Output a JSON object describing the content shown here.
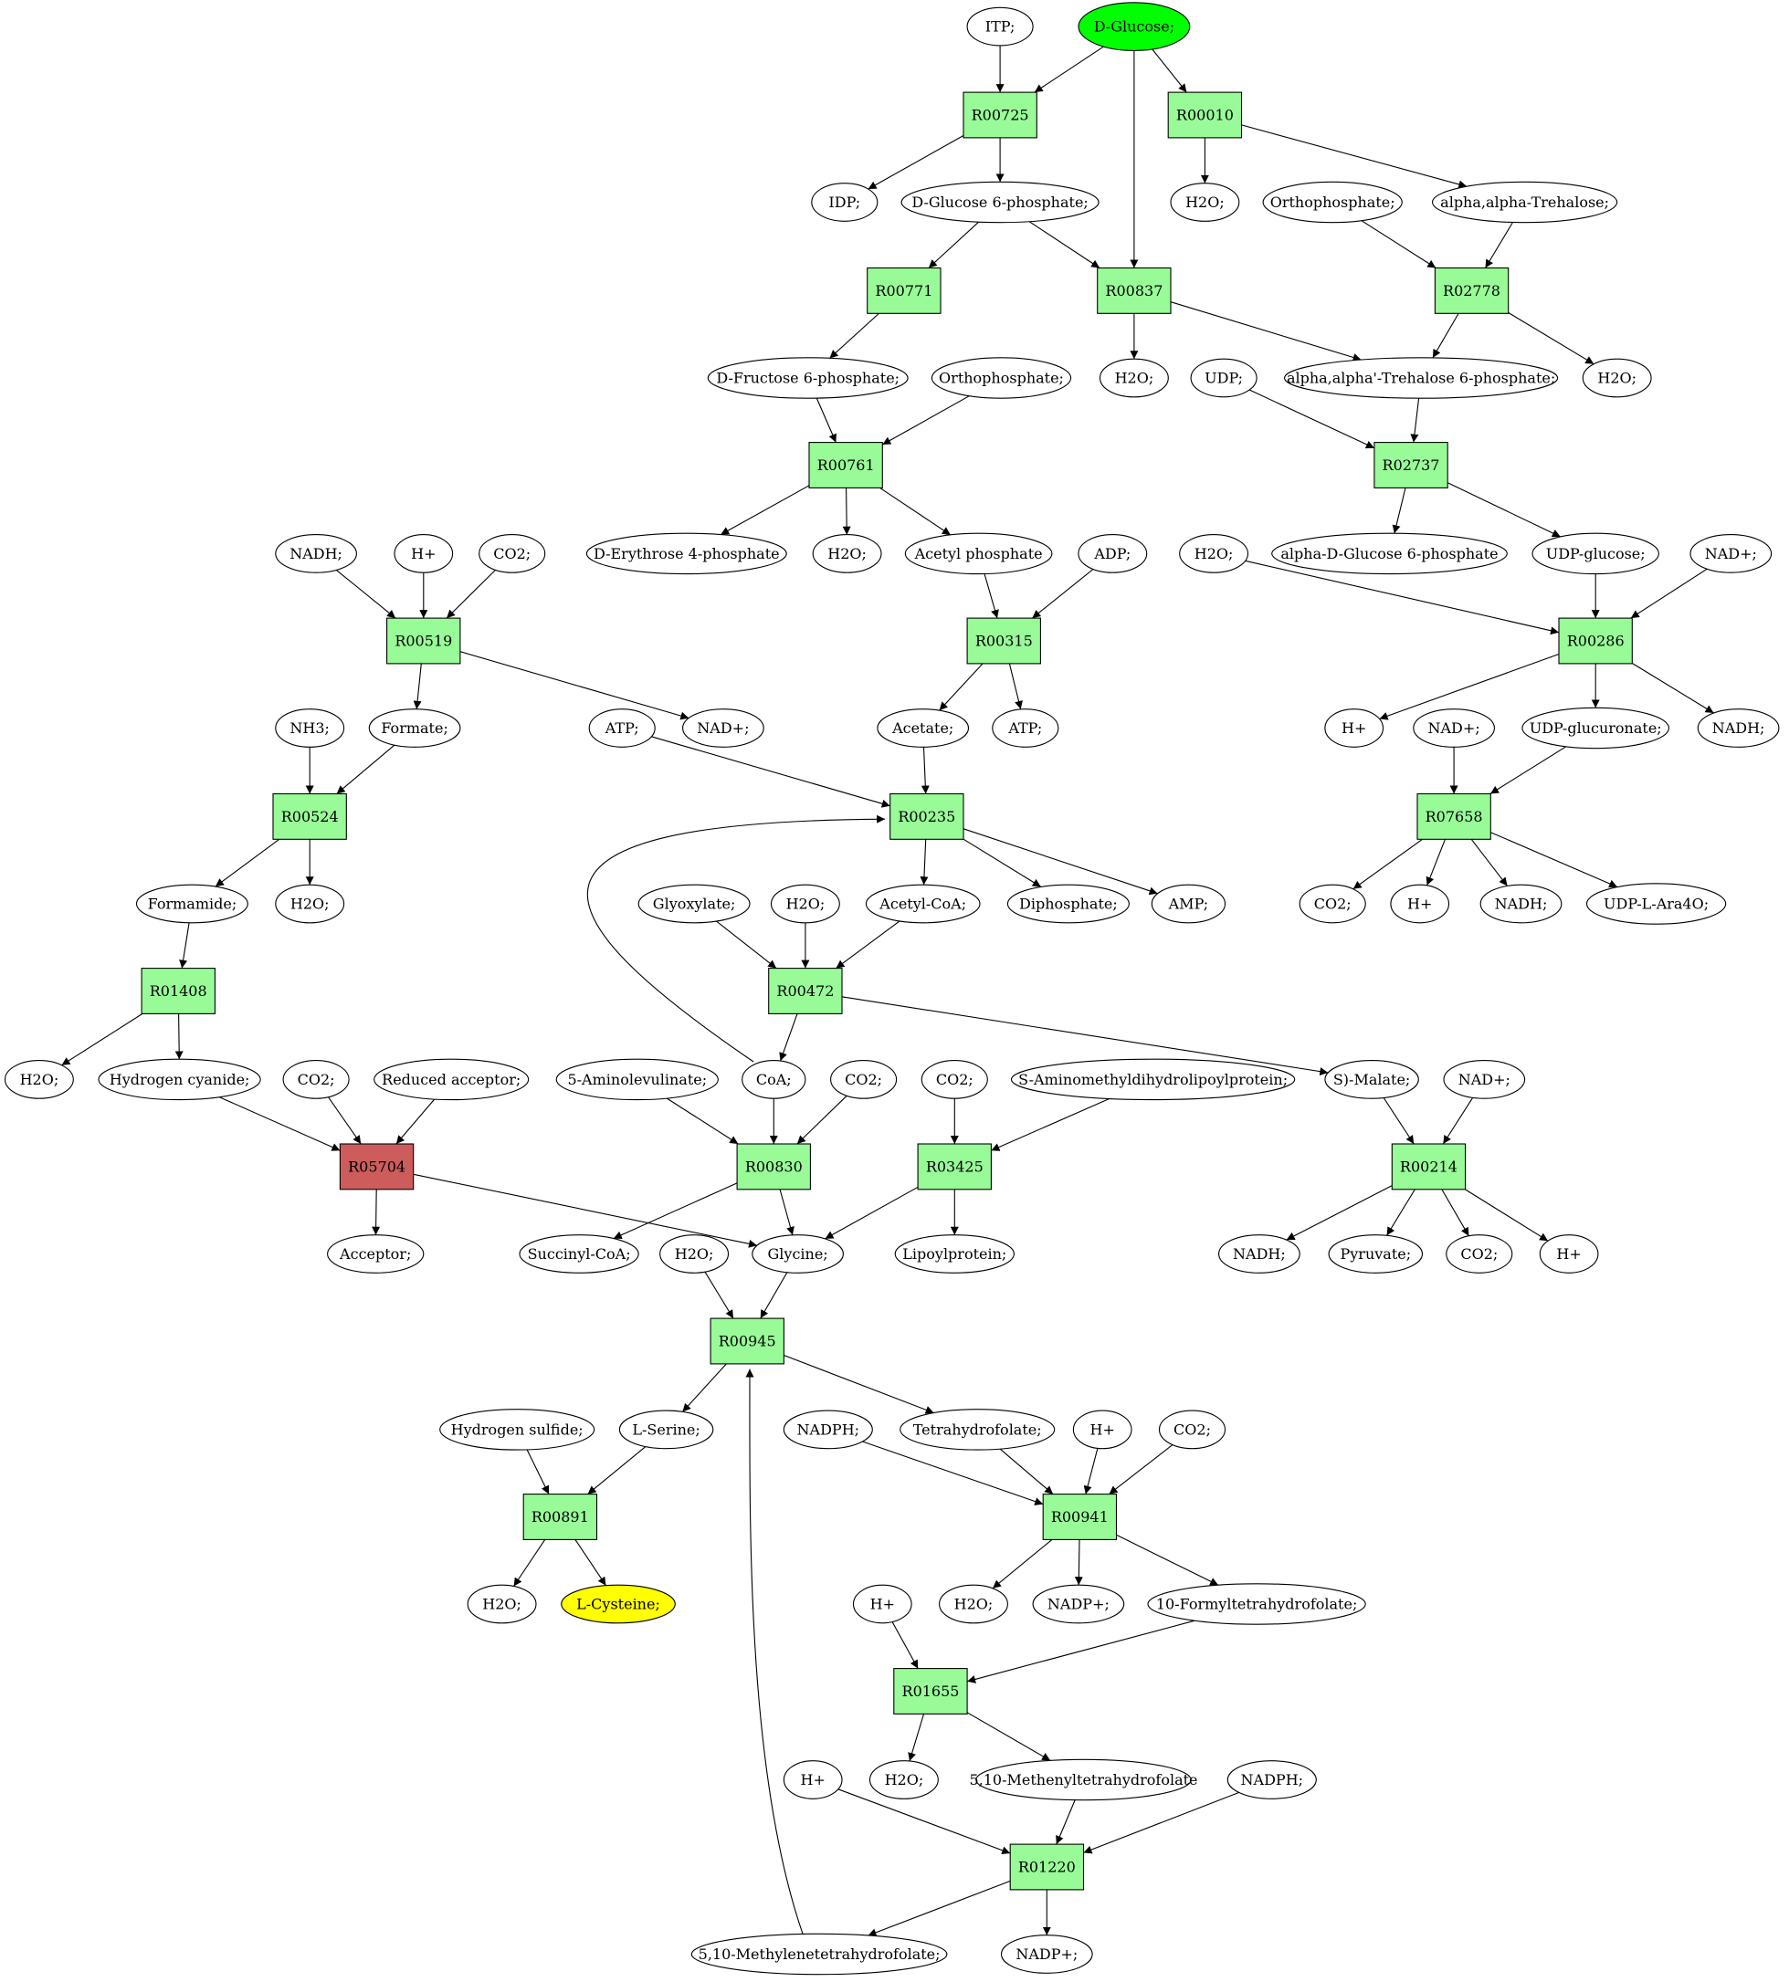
{
  "colors": {
    "reaction": "#98fb98",
    "reaction_highlight": "#cd5c5c",
    "source_compound": "#00ff00",
    "target_compound": "#ffff00",
    "compound": "#ffffff",
    "stroke": "#000000"
  },
  "nodes": [
    {
      "id": "c_itp",
      "label": "ITP;",
      "kind": "compound"
    },
    {
      "id": "c_dglucose",
      "label": "D-Glucose;",
      "kind": "compound",
      "status": "source"
    },
    {
      "id": "r_R00725",
      "label": "R00725",
      "kind": "reaction"
    },
    {
      "id": "r_R00010",
      "label": "R00010",
      "kind": "reaction"
    },
    {
      "id": "c_idp",
      "label": "IDP;",
      "kind": "compound"
    },
    {
      "id": "c_g6p",
      "label": "D-Glucose 6-phosphate;",
      "kind": "compound"
    },
    {
      "id": "c_h2o_1",
      "label": "H2O;",
      "kind": "compound"
    },
    {
      "id": "c_orthophosphate_1",
      "label": "Orthophosphate;",
      "kind": "compound"
    },
    {
      "id": "c_trehalose",
      "label": "alpha,alpha-Trehalose;",
      "kind": "compound"
    },
    {
      "id": "r_R00771",
      "label": "R00771",
      "kind": "reaction"
    },
    {
      "id": "r_R00837",
      "label": "R00837",
      "kind": "reaction"
    },
    {
      "id": "r_R02778",
      "label": "R02778",
      "kind": "reaction"
    },
    {
      "id": "c_f6p",
      "label": "D-Fructose 6-phosphate;",
      "kind": "compound"
    },
    {
      "id": "c_orthophosphate_2",
      "label": "Orthophosphate;",
      "kind": "compound"
    },
    {
      "id": "c_h2o_2",
      "label": "H2O;",
      "kind": "compound"
    },
    {
      "id": "c_udp",
      "label": "UDP;",
      "kind": "compound"
    },
    {
      "id": "c_t6p",
      "label": "alpha,alpha'-Trehalose 6-phosphate;",
      "kind": "compound"
    },
    {
      "id": "c_h2o_3",
      "label": "H2O;",
      "kind": "compound"
    },
    {
      "id": "r_R00761",
      "label": "R00761",
      "kind": "reaction"
    },
    {
      "id": "r_R02737",
      "label": "R02737",
      "kind": "reaction"
    },
    {
      "id": "c_e4p",
      "label": "D-Erythrose 4-phosphate",
      "kind": "compound"
    },
    {
      "id": "c_h2o_4",
      "label": "H2O;",
      "kind": "compound"
    },
    {
      "id": "c_acetylp",
      "label": "Acetyl phosphate",
      "kind": "compound"
    },
    {
      "id": "c_adp",
      "label": "ADP;",
      "kind": "compound"
    },
    {
      "id": "c_h2o_5",
      "label": "H2O;",
      "kind": "compound"
    },
    {
      "id": "c_adg6p",
      "label": "alpha-D-Glucose 6-phosphate",
      "kind": "compound"
    },
    {
      "id": "c_udpglc",
      "label": "UDP-glucose;",
      "kind": "compound"
    },
    {
      "id": "c_nadp_1",
      "label": "NAD+;",
      "kind": "compound"
    },
    {
      "id": "c_nadh_1",
      "label": "NADH;",
      "kind": "compound"
    },
    {
      "id": "c_hplus_1",
      "label": "H+",
      "kind": "compound"
    },
    {
      "id": "c_co2_1",
      "label": "CO2;",
      "kind": "compound"
    },
    {
      "id": "r_R00519",
      "label": "R00519",
      "kind": "reaction"
    },
    {
      "id": "r_R00315",
      "label": "R00315",
      "kind": "reaction"
    },
    {
      "id": "r_R00286",
      "label": "R00286",
      "kind": "reaction"
    },
    {
      "id": "c_nh3",
      "label": "NH3;",
      "kind": "compound"
    },
    {
      "id": "c_formate",
      "label": "Formate;",
      "kind": "compound"
    },
    {
      "id": "c_atp_1",
      "label": "ATP;",
      "kind": "compound"
    },
    {
      "id": "c_nadp_2",
      "label": "NAD+;",
      "kind": "compound"
    },
    {
      "id": "c_acetate",
      "label": "Acetate;",
      "kind": "compound"
    },
    {
      "id": "c_atp_2",
      "label": "ATP;",
      "kind": "compound"
    },
    {
      "id": "c_hplus_2",
      "label": "H+",
      "kind": "compound"
    },
    {
      "id": "c_nadp_3",
      "label": "NAD+;",
      "kind": "compound"
    },
    {
      "id": "c_udpglcu",
      "label": "UDP-glucuronate;",
      "kind": "compound"
    },
    {
      "id": "c_nadh_2",
      "label": "NADH;",
      "kind": "compound"
    },
    {
      "id": "r_R00524",
      "label": "R00524",
      "kind": "reaction"
    },
    {
      "id": "r_R00235",
      "label": "R00235",
      "kind": "reaction"
    },
    {
      "id": "r_R07658",
      "label": "R07658",
      "kind": "reaction"
    },
    {
      "id": "c_formamide",
      "label": "Formamide;",
      "kind": "compound"
    },
    {
      "id": "c_h2o_6",
      "label": "H2O;",
      "kind": "compound"
    },
    {
      "id": "c_glyoxylate",
      "label": "Glyoxylate;",
      "kind": "compound"
    },
    {
      "id": "c_h2o_7",
      "label": "H2O;",
      "kind": "compound"
    },
    {
      "id": "c_acetylcoa",
      "label": "Acetyl-CoA;",
      "kind": "compound"
    },
    {
      "id": "c_diphosphate",
      "label": "Diphosphate;",
      "kind": "compound"
    },
    {
      "id": "c_amp",
      "label": "AMP;",
      "kind": "compound"
    },
    {
      "id": "c_co2_2",
      "label": "CO2;",
      "kind": "compound"
    },
    {
      "id": "c_hplus_3",
      "label": "H+",
      "kind": "compound"
    },
    {
      "id": "c_nadh_3",
      "label": "NADH;",
      "kind": "compound"
    },
    {
      "id": "c_udpara",
      "label": "UDP-L-Ara4O;",
      "kind": "compound"
    },
    {
      "id": "r_R01408",
      "label": "R01408",
      "kind": "reaction"
    },
    {
      "id": "r_R00472",
      "label": "R00472",
      "kind": "reaction"
    },
    {
      "id": "c_h2o_8",
      "label": "H2O;",
      "kind": "compound"
    },
    {
      "id": "c_hcn",
      "label": "Hydrogen cyanide;",
      "kind": "compound"
    },
    {
      "id": "c_co2_3",
      "label": "CO2;",
      "kind": "compound"
    },
    {
      "id": "c_redacc",
      "label": "Reduced acceptor;",
      "kind": "compound"
    },
    {
      "id": "c_ala",
      "label": "5-Aminolevulinate;",
      "kind": "compound"
    },
    {
      "id": "c_coa",
      "label": "CoA;",
      "kind": "compound"
    },
    {
      "id": "c_co2_4",
      "label": "CO2;",
      "kind": "compound"
    },
    {
      "id": "c_co2_5",
      "label": "CO2;",
      "kind": "compound"
    },
    {
      "id": "c_samdlp",
      "label": "S-Aminomethyldihydrolipoylprotein;",
      "kind": "compound"
    },
    {
      "id": "c_smalate",
      "label": "S)-Malate;",
      "kind": "compound"
    },
    {
      "id": "c_nadp_4",
      "label": "NAD+;",
      "kind": "compound"
    },
    {
      "id": "r_R05704",
      "label": "R05704",
      "kind": "reaction",
      "status": "highlight"
    },
    {
      "id": "r_R00830",
      "label": "R00830",
      "kind": "reaction"
    },
    {
      "id": "r_R03425",
      "label": "R03425",
      "kind": "reaction"
    },
    {
      "id": "r_R00214",
      "label": "R00214",
      "kind": "reaction"
    },
    {
      "id": "c_acceptor",
      "label": "Acceptor;",
      "kind": "compound"
    },
    {
      "id": "c_succoa",
      "label": "Succinyl-CoA;",
      "kind": "compound"
    },
    {
      "id": "c_h2o_9",
      "label": "H2O;",
      "kind": "compound"
    },
    {
      "id": "c_glycine",
      "label": "Glycine;",
      "kind": "compound"
    },
    {
      "id": "c_lipoyl",
      "label": "Lipoylprotein;",
      "kind": "compound"
    },
    {
      "id": "c_nadh_4",
      "label": "NADH;",
      "kind": "compound"
    },
    {
      "id": "c_pyruvate",
      "label": "Pyruvate;",
      "kind": "compound"
    },
    {
      "id": "c_co2_6",
      "label": "CO2;",
      "kind": "compound"
    },
    {
      "id": "c_hplus_4",
      "label": "H+",
      "kind": "compound"
    },
    {
      "id": "r_R00945",
      "label": "R00945",
      "kind": "reaction"
    },
    {
      "id": "c_h2s",
      "label": "Hydrogen sulfide;",
      "kind": "compound"
    },
    {
      "id": "c_serine",
      "label": "L-Serine;",
      "kind": "compound"
    },
    {
      "id": "c_nadph_1",
      "label": "NADPH;",
      "kind": "compound"
    },
    {
      "id": "c_thf",
      "label": "Tetrahydrofolate;",
      "kind": "compound"
    },
    {
      "id": "c_hplus_5",
      "label": "H+",
      "kind": "compound"
    },
    {
      "id": "c_co2_7",
      "label": "CO2;",
      "kind": "compound"
    },
    {
      "id": "r_R00891",
      "label": "R00891",
      "kind": "reaction"
    },
    {
      "id": "r_R00941",
      "label": "R00941",
      "kind": "reaction"
    },
    {
      "id": "c_h2o_10",
      "label": "H2O;",
      "kind": "compound"
    },
    {
      "id": "c_cys",
      "label": "L-Cysteine;",
      "kind": "compound",
      "status": "target"
    },
    {
      "id": "c_h2o_11",
      "label": "H2O;",
      "kind": "compound"
    },
    {
      "id": "c_nadpplus_1",
      "label": "NADP+;",
      "kind": "compound"
    },
    {
      "id": "c_10fthf",
      "label": "10-Formyltetrahydrofolate;",
      "kind": "compound"
    },
    {
      "id": "c_hplus_6",
      "label": "H+",
      "kind": "compound"
    },
    {
      "id": "r_R01655",
      "label": "R01655",
      "kind": "reaction"
    },
    {
      "id": "c_h2o_12",
      "label": "H2O;",
      "kind": "compound"
    },
    {
      "id": "c_methenylthf",
      "label": "5,10-Methenyltetrahydrofolate",
      "kind": "compound"
    },
    {
      "id": "c_hplus_7",
      "label": "H+",
      "kind": "compound"
    },
    {
      "id": "c_nadph_2",
      "label": "NADPH;",
      "kind": "compound"
    },
    {
      "id": "r_R01220",
      "label": "R01220",
      "kind": "reaction"
    },
    {
      "id": "c_methylenethf",
      "label": "5,10-Methylenetetrahydrofolate;",
      "kind": "compound"
    },
    {
      "id": "c_nadpplus_2",
      "label": "NADP+;",
      "kind": "compound"
    }
  ],
  "edges": [
    [
      "c_itp",
      "r_R00725"
    ],
    [
      "c_dglucose",
      "r_R00725"
    ],
    [
      "c_dglucose",
      "r_R00010"
    ],
    [
      "c_dglucose",
      "r_R00837"
    ],
    [
      "r_R00725",
      "c_idp"
    ],
    [
      "r_R00725",
      "c_g6p"
    ],
    [
      "r_R00010",
      "c_h2o_1"
    ],
    [
      "r_R00010",
      "c_trehalose"
    ],
    [
      "c_g6p",
      "r_R00771"
    ],
    [
      "c_g6p",
      "r_R00837"
    ],
    [
      "c_orthophosphate_1",
      "r_R02778"
    ],
    [
      "c_trehalose",
      "r_R02778"
    ],
    [
      "r_R00771",
      "c_f6p"
    ],
    [
      "r_R00837",
      "c_h2o_2"
    ],
    [
      "r_R00837",
      "c_t6p"
    ],
    [
      "r_R02778",
      "c_t6p"
    ],
    [
      "r_R02778",
      "c_h2o_3"
    ],
    [
      "c_f6p",
      "r_R00761"
    ],
    [
      "c_orthophosphate_2",
      "r_R00761"
    ],
    [
      "c_udp",
      "r_R02737"
    ],
    [
      "c_t6p",
      "r_R02737"
    ],
    [
      "r_R00761",
      "c_e4p"
    ],
    [
      "r_R00761",
      "c_h2o_4"
    ],
    [
      "r_R00761",
      "c_acetylp"
    ],
    [
      "r_R02737",
      "c_adg6p"
    ],
    [
      "r_R02737",
      "c_udpglc"
    ],
    [
      "c_nadh_1",
      "r_R00519"
    ],
    [
      "c_hplus_1",
      "r_R00519"
    ],
    [
      "c_co2_1",
      "r_R00519"
    ],
    [
      "c_acetylp",
      "r_R00315"
    ],
    [
      "c_adp",
      "r_R00315"
    ],
    [
      "c_h2o_5",
      "r_R00286"
    ],
    [
      "c_udpglc",
      "r_R00286"
    ],
    [
      "c_nadp_1",
      "r_R00286"
    ],
    [
      "r_R00519",
      "c_formate"
    ],
    [
      "r_R00519",
      "c_nadp_2"
    ],
    [
      "r_R00315",
      "c_acetate"
    ],
    [
      "r_R00315",
      "c_atp_2"
    ],
    [
      "r_R00286",
      "c_hplus_2"
    ],
    [
      "r_R00286",
      "c_udpglcu"
    ],
    [
      "r_R00286",
      "c_nadh_2"
    ],
    [
      "c_nh3",
      "r_R00524"
    ],
    [
      "c_formate",
      "r_R00524"
    ],
    [
      "c_atp_1",
      "r_R00235"
    ],
    [
      "c_acetate",
      "r_R00235"
    ],
    [
      "c_nadp_3",
      "r_R07658"
    ],
    [
      "c_udpglcu",
      "r_R07658"
    ],
    [
      "r_R00524",
      "c_formamide"
    ],
    [
      "r_R00524",
      "c_h2o_6"
    ],
    [
      "r_R00235",
      "c_acetylcoa"
    ],
    [
      "r_R00235",
      "c_diphosphate"
    ],
    [
      "r_R00235",
      "c_amp"
    ],
    [
      "r_R07658",
      "c_co2_2"
    ],
    [
      "r_R07658",
      "c_hplus_3"
    ],
    [
      "r_R07658",
      "c_nadh_3"
    ],
    [
      "r_R07658",
      "c_udpara"
    ],
    [
      "c_formamide",
      "r_R01408"
    ],
    [
      "c_glyoxylate",
      "r_R00472"
    ],
    [
      "c_h2o_7",
      "r_R00472"
    ],
    [
      "c_acetylcoa",
      "r_R00472"
    ],
    [
      "r_R01408",
      "c_h2o_8"
    ],
    [
      "r_R01408",
      "c_hcn"
    ],
    [
      "r_R00472",
      "c_coa"
    ],
    [
      "r_R00472",
      "c_smalate"
    ],
    [
      "c_coa",
      "r_R00235"
    ],
    [
      "c_hcn",
      "r_R05704"
    ],
    [
      "c_co2_3",
      "r_R05704"
    ],
    [
      "c_redacc",
      "r_R05704"
    ],
    [
      "c_ala",
      "r_R00830"
    ],
    [
      "c_coa",
      "r_R00830"
    ],
    [
      "c_co2_4",
      "r_R00830"
    ],
    [
      "c_co2_5",
      "r_R03425"
    ],
    [
      "c_samdlp",
      "r_R03425"
    ],
    [
      "c_smalate",
      "r_R00214"
    ],
    [
      "c_nadp_4",
      "r_R00214"
    ],
    [
      "r_R05704",
      "c_acceptor"
    ],
    [
      "r_R05704",
      "c_glycine"
    ],
    [
      "r_R00830",
      "c_succoa"
    ],
    [
      "r_R00830",
      "c_glycine"
    ],
    [
      "r_R03425",
      "c_glycine"
    ],
    [
      "r_R03425",
      "c_lipoyl"
    ],
    [
      "r_R00214",
      "c_nadh_4"
    ],
    [
      "r_R00214",
      "c_pyruvate"
    ],
    [
      "r_R00214",
      "c_co2_6"
    ],
    [
      "r_R00214",
      "c_hplus_4"
    ],
    [
      "c_h2o_9",
      "r_R00945"
    ],
    [
      "c_glycine",
      "r_R00945"
    ],
    [
      "r_R00945",
      "c_serine"
    ],
    [
      "r_R00945",
      "c_thf"
    ],
    [
      "c_h2s",
      "r_R00891"
    ],
    [
      "c_serine",
      "r_R00891"
    ],
    [
      "c_nadph_1",
      "r_R00941"
    ],
    [
      "c_thf",
      "r_R00941"
    ],
    [
      "c_hplus_5",
      "r_R00941"
    ],
    [
      "c_co2_7",
      "r_R00941"
    ],
    [
      "r_R00891",
      "c_h2o_10"
    ],
    [
      "r_R00891",
      "c_cys"
    ],
    [
      "r_R00941",
      "c_h2o_11"
    ],
    [
      "r_R00941",
      "c_nadpplus_1"
    ],
    [
      "r_R00941",
      "c_10fthf"
    ],
    [
      "c_hplus_6",
      "r_R01655"
    ],
    [
      "c_10fthf",
      "r_R01655"
    ],
    [
      "r_R01655",
      "c_h2o_12"
    ],
    [
      "r_R01655",
      "c_methenylthf"
    ],
    [
      "c_hplus_7",
      "r_R01220"
    ],
    [
      "c_methenylthf",
      "r_R01220"
    ],
    [
      "c_nadph_2",
      "r_R01220"
    ],
    [
      "r_R01220",
      "c_methylenethf"
    ],
    [
      "r_R01220",
      "c_nadpplus_2"
    ],
    [
      "c_methylenethf",
      "r_R00945"
    ]
  ]
}
